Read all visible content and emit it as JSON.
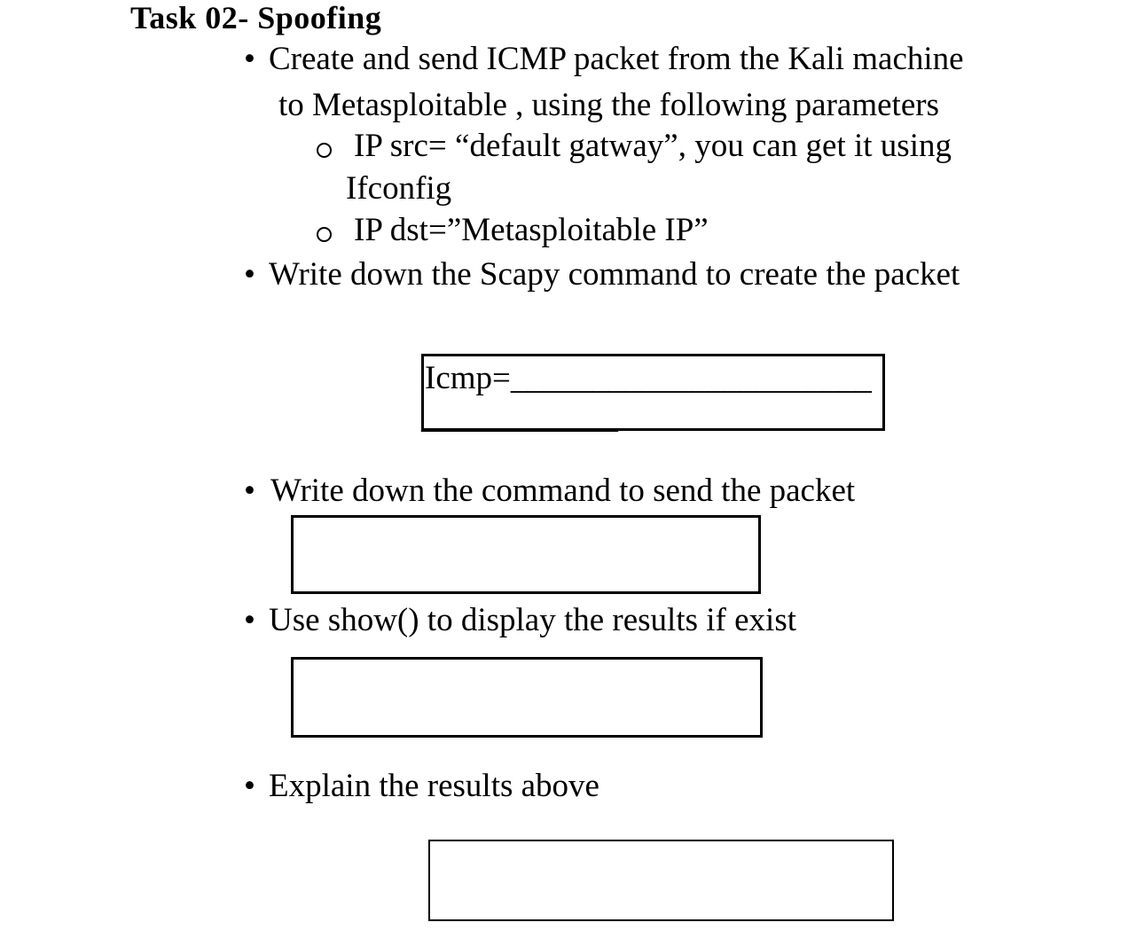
{
  "page": {
    "background": "#ffffff",
    "text_color": "#000000",
    "border_color": "#000000"
  },
  "title": "Task 02- Spoofing",
  "markers": {
    "bullet": "•"
  },
  "bullets": {
    "create_send": {
      "line1": "Create and send ICMP packet from the Kali machine",
      "line2": "to Metasploitable , using the following parameters"
    },
    "sub_ip_src": {
      "line1": "IP src= “default gatway”, you can get it using",
      "line2": "Ifconfig"
    },
    "sub_ip_dst": "IP dst=”Metasploitable IP”",
    "scapy_create": "Write down the Scapy command to create the packet",
    "send_packet": "Write down the command to send the packet",
    "use_show": "Use show() to display the results if exist",
    "explain": "Explain the results above"
  },
  "answer_boxes": {
    "icmp": {
      "prefix": "Icmp=",
      "blank": "______________________",
      "overflow_blank": "____________"
    },
    "send_command": "",
    "show_output": "",
    "explanation": ""
  }
}
